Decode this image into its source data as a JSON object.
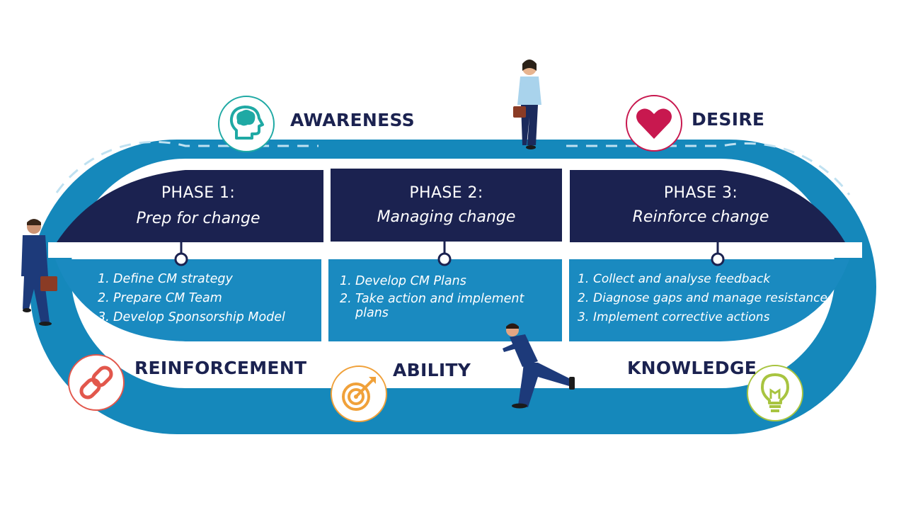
{
  "stages": {
    "awareness": {
      "label": "AWARENESS",
      "icon": "head-brain-icon",
      "color": "#1fa9a4"
    },
    "desire": {
      "label": "DESIRE",
      "icon": "heart-icon",
      "color": "#c8184f"
    },
    "reinforcement": {
      "label": "REINFORCEMENT",
      "icon": "chain-link-icon",
      "color": "#e2574c"
    },
    "ability": {
      "label": "ABILITY",
      "icon": "target-arrow-icon",
      "color": "#f0a13a"
    },
    "knowledge": {
      "label": "KNOWLEDGE",
      "icon": "lightbulb-icon",
      "color": "#a8c440"
    }
  },
  "phases": [
    {
      "title": "PHASE 1:",
      "subtitle": "Prep for change",
      "steps": [
        {
          "num": "1.",
          "text": "Define CM strategy"
        },
        {
          "num": "2.",
          "text": "Prepare CM Team"
        },
        {
          "num": "3.",
          "text": "Develop Sponsorship Model"
        }
      ]
    },
    {
      "title": "PHASE 2:",
      "subtitle": "Managing change",
      "steps": [
        {
          "num": "1.",
          "text": "Develop CM Plans"
        },
        {
          "num": "2.",
          "text": "Take action and implement plans"
        }
      ]
    },
    {
      "title": "PHASE 3:",
      "subtitle": "Reinforce change",
      "steps": [
        {
          "num": "1.",
          "text": "Collect and analyse feedback"
        },
        {
          "num": "2.",
          "text": "Diagnose gaps and manage resistance"
        },
        {
          "num": "3.",
          "text": "Implement corrective actions"
        }
      ]
    }
  ],
  "colors": {
    "track": "#1588bb",
    "navy": "#1b2250",
    "panel": "#1a8ac0"
  }
}
